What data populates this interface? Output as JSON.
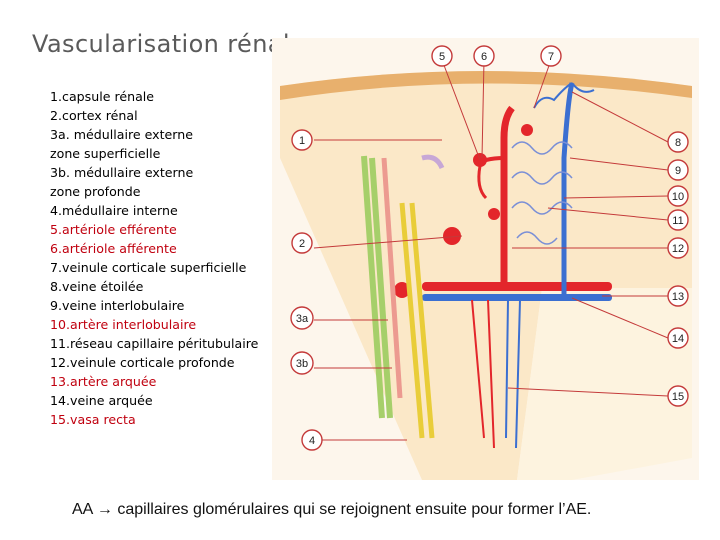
{
  "title": "Vascularisation rénale",
  "legend": [
    {
      "text": "1.capsule rénale",
      "color": "#000000"
    },
    {
      "text": "2.cortex rénal",
      "color": "#000000"
    },
    {
      "text": "3a. médullaire externe",
      "color": "#000000"
    },
    {
      "text": "zone superficielle",
      "color": "#000000"
    },
    {
      "text": "3b. médullaire externe",
      "color": "#000000"
    },
    {
      "text": "zone profonde",
      "color": "#000000"
    },
    {
      "text": "4.médullaire interne",
      "color": "#000000"
    },
    {
      "text": "5.artériole efférente",
      "color": "#c0000f"
    },
    {
      "text": "6.artériole afférente",
      "color": "#c0000f"
    },
    {
      "text": "7.veinule corticale superficielle",
      "color": "#000000"
    },
    {
      "text": "8.veine étoilée",
      "color": "#000000"
    },
    {
      "text": "9.veine interlobulaire",
      "color": "#000000"
    },
    {
      "text": "10.artère interlobulaire",
      "color": "#c0000f"
    },
    {
      "text": "11.réseau capillaire péritubulaire",
      "color": "#000000"
    },
    {
      "text": "12.veinule corticale profonde",
      "color": "#000000"
    },
    {
      "text": "13.artère arquée",
      "color": "#c0000f"
    },
    {
      "text": "14.veine arquée",
      "color": "#000000"
    },
    {
      "text": "15.vasa recta",
      "color": "#c0000f"
    }
  ],
  "diagram": {
    "top_labels": [
      "5",
      "6",
      "7"
    ],
    "left_labels": [
      "1",
      "2",
      "3a",
      "3b",
      "4"
    ],
    "right_labels": [
      "8",
      "9",
      "10",
      "11",
      "12",
      "13",
      "14",
      "15"
    ]
  },
  "caption": "AA  → capillaires glomérulaires qui se rejoignent ensuite pour former l’AE.",
  "colors": {
    "artery": "#e3262b",
    "vein": "#3b6fd1",
    "capsule": "#e8b06d",
    "cortex": "#fbe8c8",
    "medulla": "#fdf3df",
    "tubule_green": "#a6cf6a",
    "tubule_yellow": "#e9cd3a",
    "tubule_pink": "#ec9a90",
    "tubule_lilac": "#c7a7d6"
  }
}
